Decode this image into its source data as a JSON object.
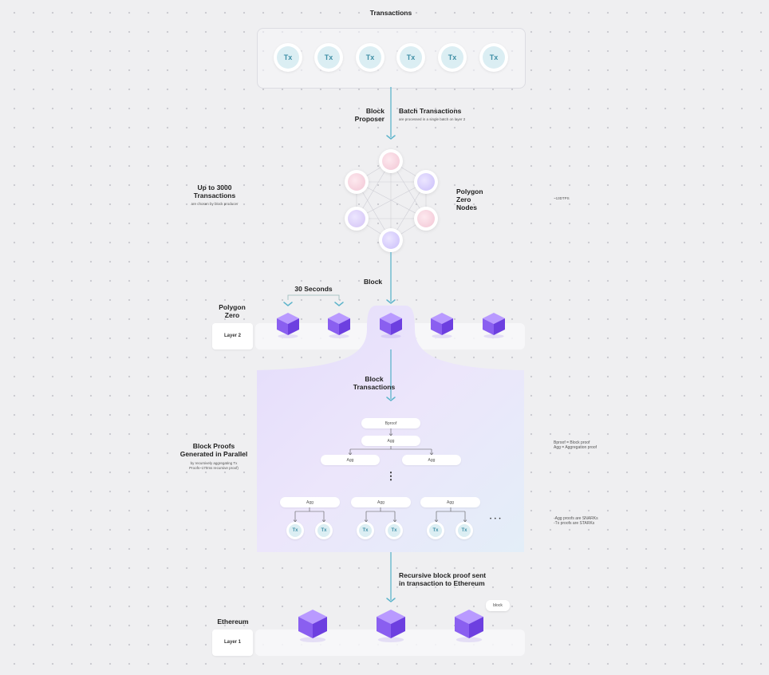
{
  "top": {
    "title": "Transactions",
    "tx_items": [
      "Tx",
      "Tx",
      "Tx",
      "Tx",
      "Tx",
      "Tx"
    ]
  },
  "proposer": {
    "label_left": "Block\nProposer",
    "title": "Batch Transactions",
    "subtitle": "are processed in a single batch on layer 2"
  },
  "nodes": {
    "left_title": "Up to 3000\nTransactions",
    "left_subtitle": "are chosen by block producer",
    "right_title": "Polygon\nZero\nNodes",
    "far_note": "~13DTPS"
  },
  "block_label": "Block",
  "layer2": {
    "interval": "30 Seconds",
    "network": "Polygon\nZero",
    "layer_label": "Layer 2"
  },
  "proofs": {
    "block_tx_label": "Block\nTransactions",
    "left_title": "Block Proofs\nGenerated in Parallel",
    "left_subtitle": "by recursively aggregating Tx\nProofs~170ms recursive proof)",
    "bproof": "Bproof",
    "agg": "Agg",
    "small_tx": "Tx",
    "vdots": "⋮",
    "hdots": "• • •",
    "legend": "Bproof = Block proof\nAgg = Aggregation proof",
    "note": "-Agg proofs are SNARKs\n-Tx proofs are STARKs"
  },
  "recursive": {
    "label": "Recursive block proof sent\nin transaction to Ethereum"
  },
  "layer1": {
    "network": "Ethereum",
    "layer_label": "Layer 1",
    "tag": "block"
  },
  "colors": {
    "arrow": "#5eb4cb",
    "cube_top": "#b99aff",
    "cube_left": "#8a5ff0",
    "cube_right": "#6d3fe0",
    "tx_fill": "#dbeef3",
    "tx_text": "#3f8fa6"
  }
}
